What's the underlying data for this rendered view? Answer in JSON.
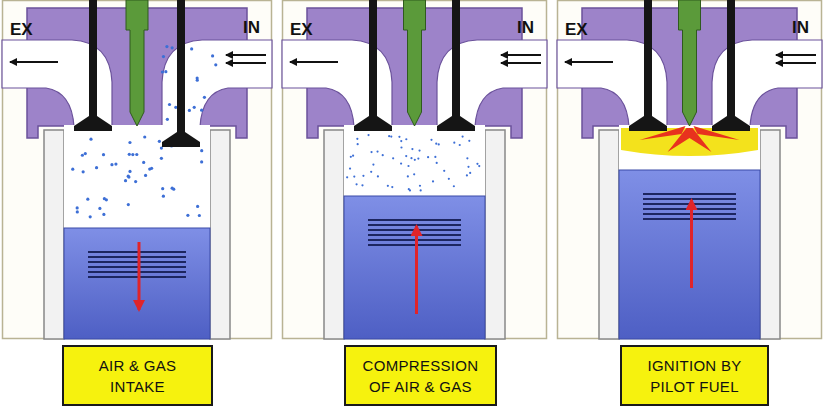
{
  "diagram": {
    "nodes": [
      {
        "text": [
          "AIR & GAS INTAKE"
        ]
      },
      {
        "text": [
          "COMPRESSION OF AIR & GAS"
        ]
      },
      {
        "text": [
          "IGNITION BY PILOT FUEL"
        ]
      }
    ],
    "labels": [
      "EX",
      "IN",
      "EX",
      "IN",
      "EX",
      "IN"
    ]
  }
}
